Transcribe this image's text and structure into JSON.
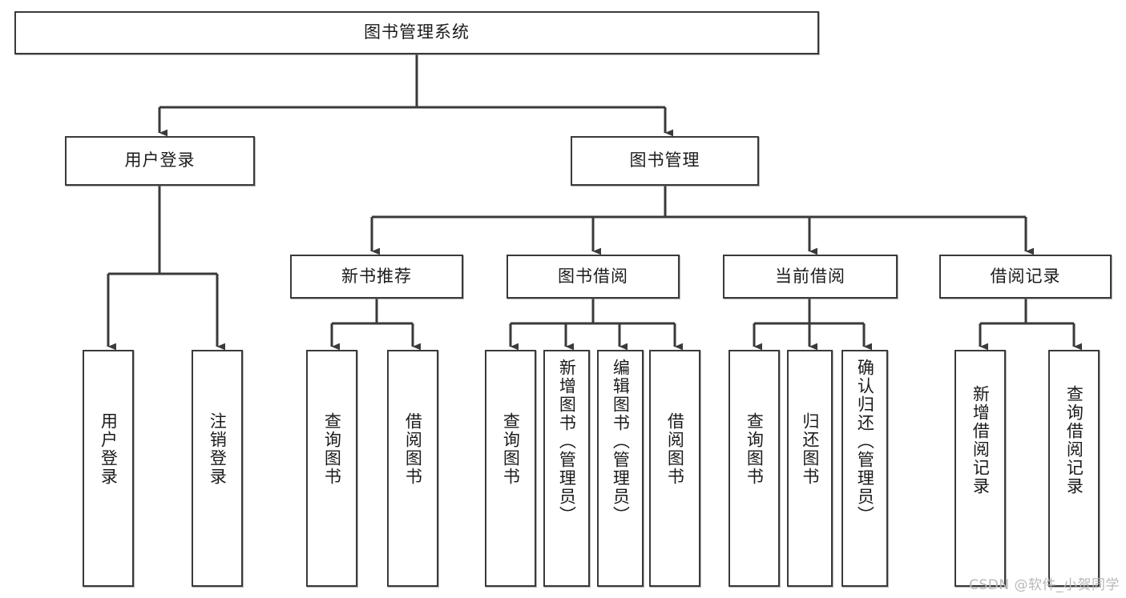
{
  "diagram": {
    "title": "图书管理系统",
    "type": "tree",
    "background_color": "#ffffff",
    "box_border_color": "#3a3a3a",
    "connector_color": "#3a3a3a",
    "text_color": "#1b1b1b"
  },
  "root": {
    "label": "图书管理系统"
  },
  "level1": [
    {
      "label": "用户登录"
    },
    {
      "label": "图书管理"
    }
  ],
  "level2": [
    {
      "label": "新书推荐"
    },
    {
      "label": "图书借阅"
    },
    {
      "label": "当前借阅"
    },
    {
      "label": "借阅记录"
    }
  ],
  "leaves": [
    {
      "label": "用户登录",
      "parent": "用户登录"
    },
    {
      "label": "注销登录",
      "parent": "用户登录"
    },
    {
      "label": "查询图书",
      "parent": "新书推荐"
    },
    {
      "label": "借阅图书",
      "parent": "新书推荐"
    },
    {
      "label": "查询图书",
      "parent": "图书借阅"
    },
    {
      "label": "新增图书（管理员）",
      "parent": "图书借阅"
    },
    {
      "label": "编辑图书（管理员）",
      "parent": "图书借阅"
    },
    {
      "label": "借阅图书",
      "parent": "图书借阅"
    },
    {
      "label": "查询图书",
      "parent": "当前借阅"
    },
    {
      "label": "归还图书",
      "parent": "当前借阅"
    },
    {
      "label": "确认归还（管理员）",
      "parent": "当前借阅"
    },
    {
      "label": "新增借阅记录",
      "parent": "借阅记录"
    },
    {
      "label": "查询借阅记录",
      "parent": "借阅记录"
    }
  ],
  "watermark": {
    "text": "CSDN @软件_小贺同学"
  }
}
